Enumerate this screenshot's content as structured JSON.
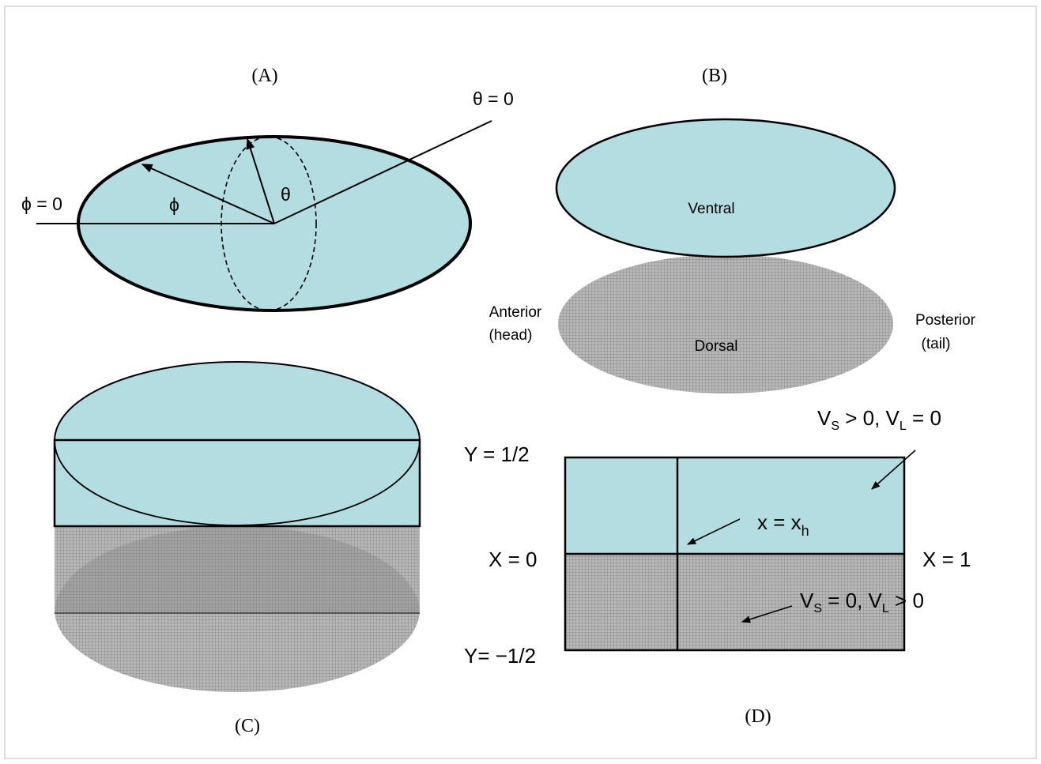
{
  "colors": {
    "light_blue": "#b4dde1",
    "hatch_grey": "#a6a6a6",
    "stroke": "#000000"
  },
  "panel_a": {
    "label": "(A)",
    "theta_zero": "θ = 0",
    "phi_zero": "ϕ = 0",
    "phi": "ϕ",
    "theta": "θ"
  },
  "panel_b": {
    "label": "(B)",
    "ventral": "Ventral",
    "dorsal": "Dorsal",
    "anterior_line1": "Anterior",
    "anterior_line2": "(head)",
    "posterior_line1": "Posterior",
    "posterior_line2": "(tail)"
  },
  "panel_c": {
    "label": "(C)"
  },
  "panel_d": {
    "label": "(D)",
    "y_top": "Y = 1/2",
    "y_bottom": "Y= −1/2",
    "x_left": "X = 0",
    "x_right": "X = 1",
    "xh_main": "x = x",
    "xh_sub": "h",
    "top_vs_a": "V",
    "top_vs_sub": "S",
    "top_vs_b": " > 0, V",
    "top_vl_sub": "L",
    "top_vl_b": " = 0",
    "bot_vs_a": "V",
    "bot_vs_sub": "S",
    "bot_vs_b": " = 0, V",
    "bot_vl_sub": "L",
    "bot_vl_b": " > 0"
  }
}
